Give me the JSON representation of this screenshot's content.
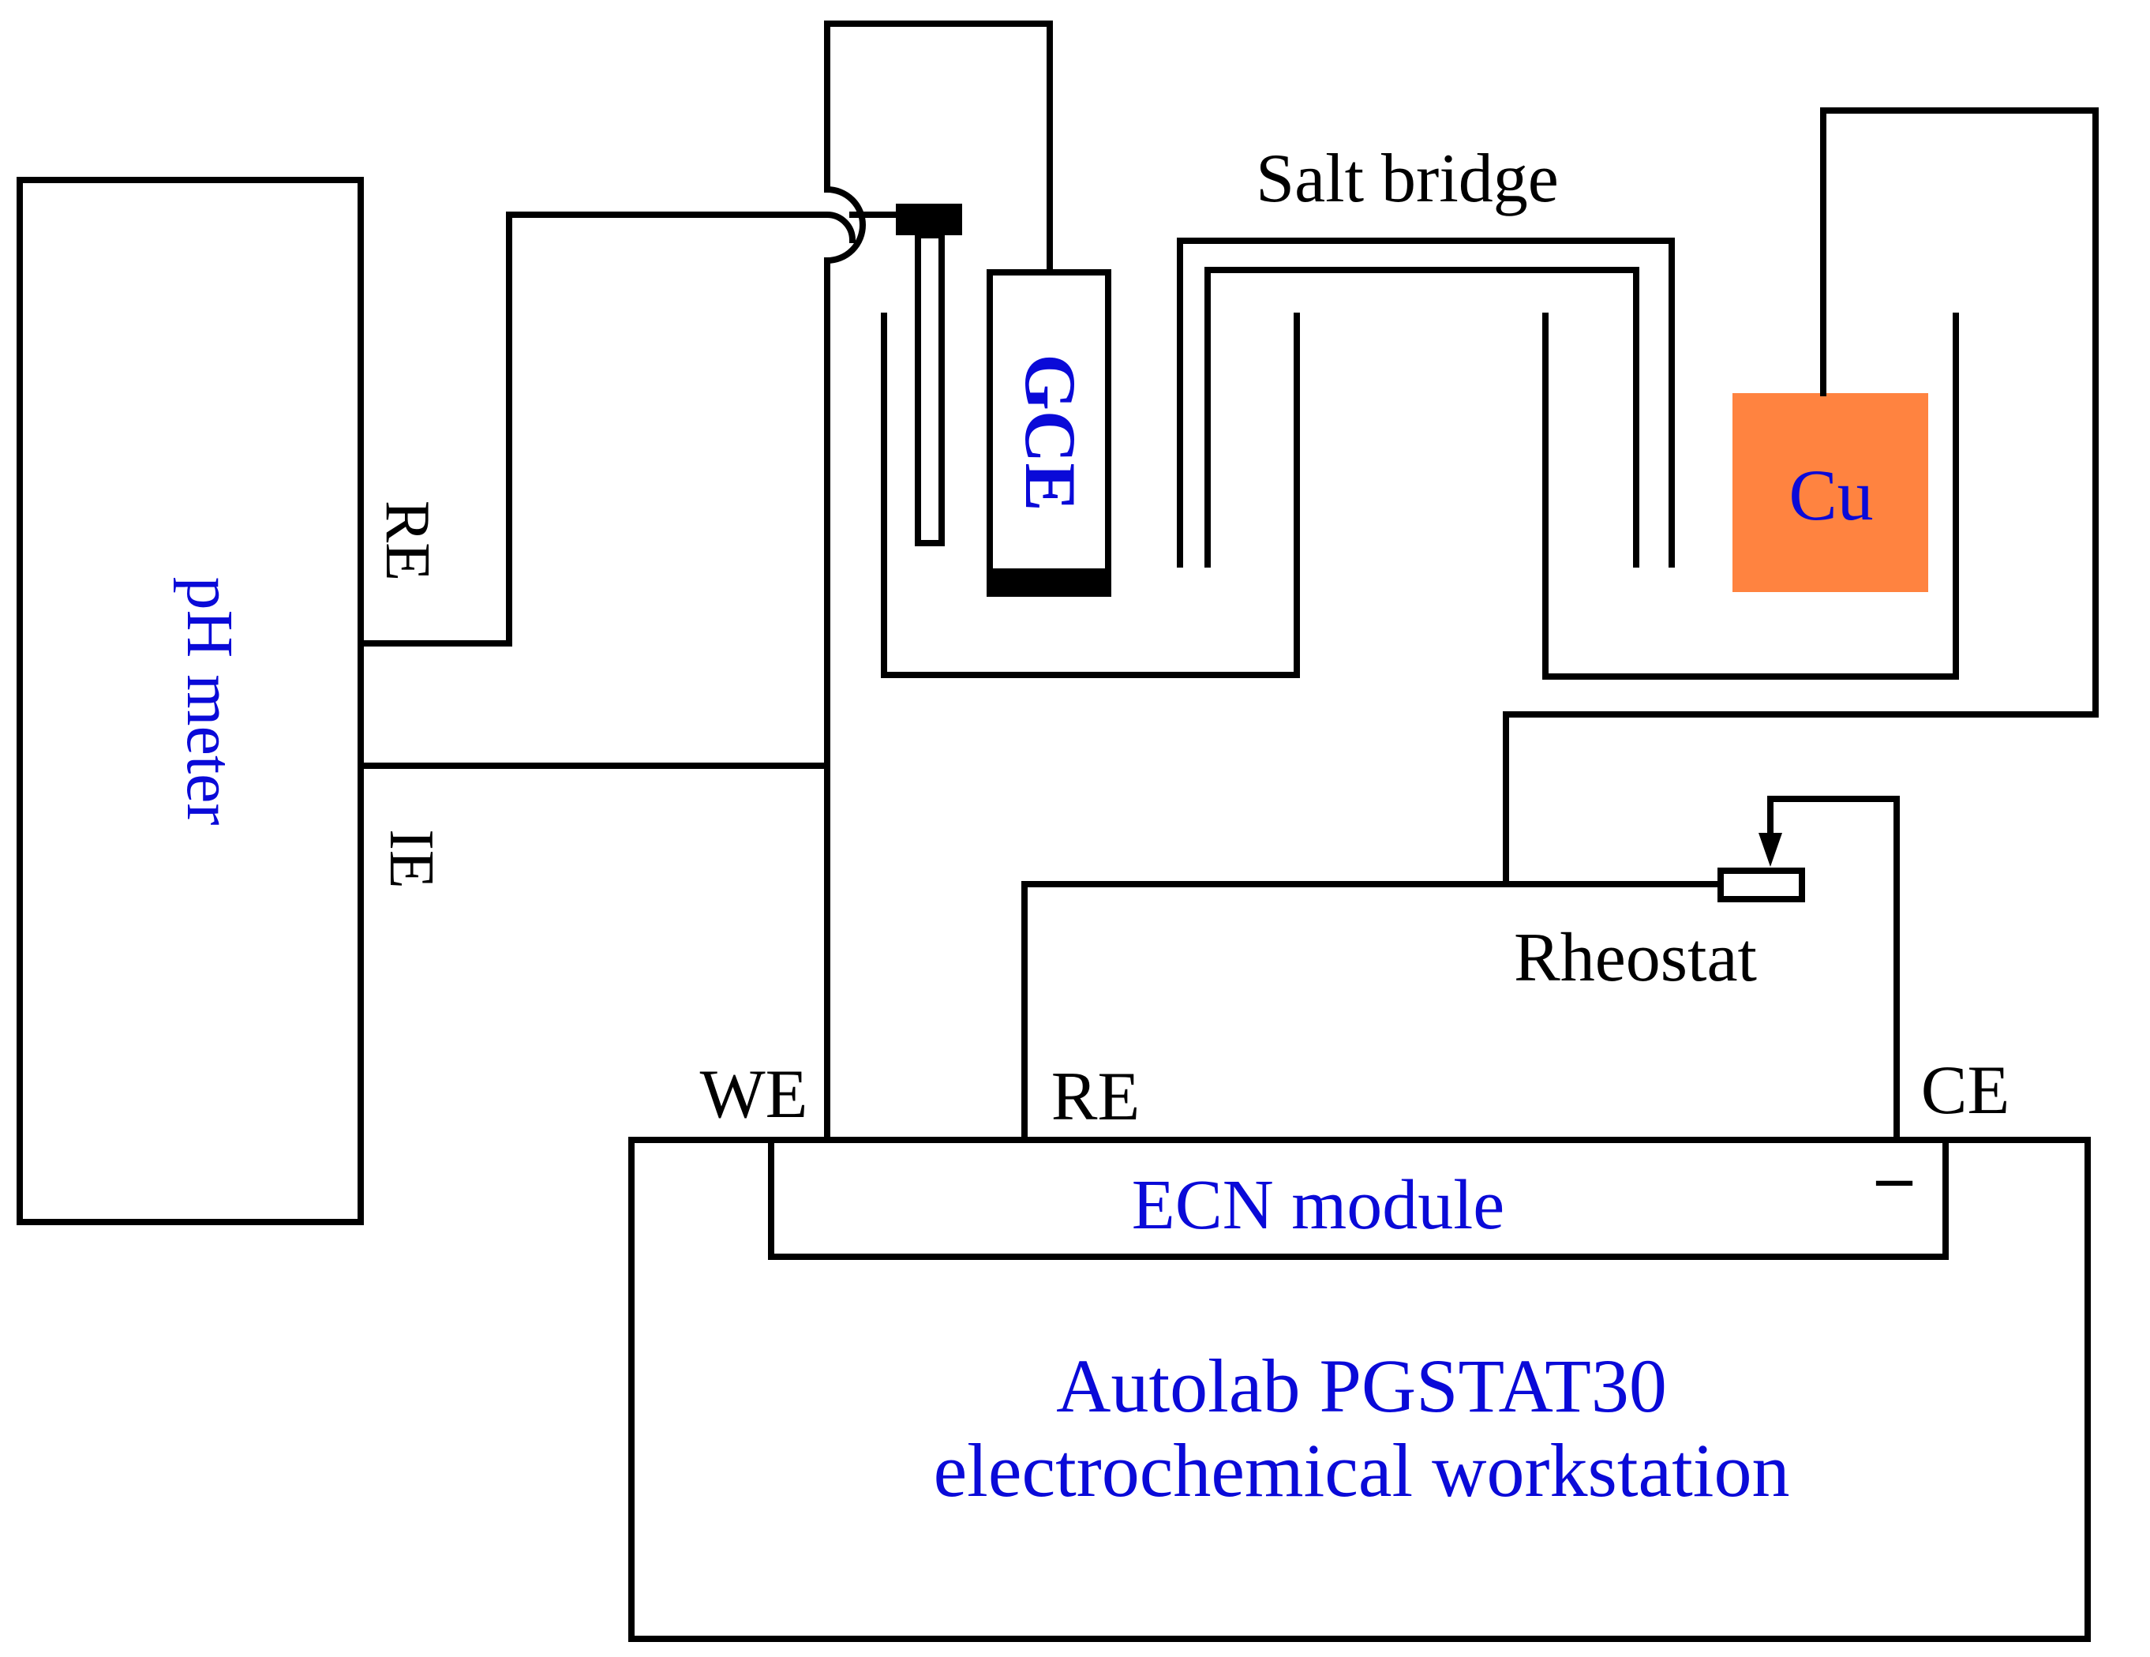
{
  "colors": {
    "line": "#000000",
    "label_blue": "#0a0ad8",
    "copper": "#ff8340",
    "background": "#ffffff"
  },
  "labels": {
    "ph_meter": "pH meter",
    "ph_re": "RE",
    "ph_ie": "IE",
    "gce": "GCE",
    "cu": "Cu",
    "salt_bridge": "Salt bridge",
    "rheostat": "Rheostat",
    "we": "WE",
    "re": "RE",
    "ce": "CE",
    "minus": "–",
    "ecn_module": "ECN module",
    "workstation_line1": "Autolab PGSTAT30",
    "workstation_line2": "electrochemical workstation"
  }
}
